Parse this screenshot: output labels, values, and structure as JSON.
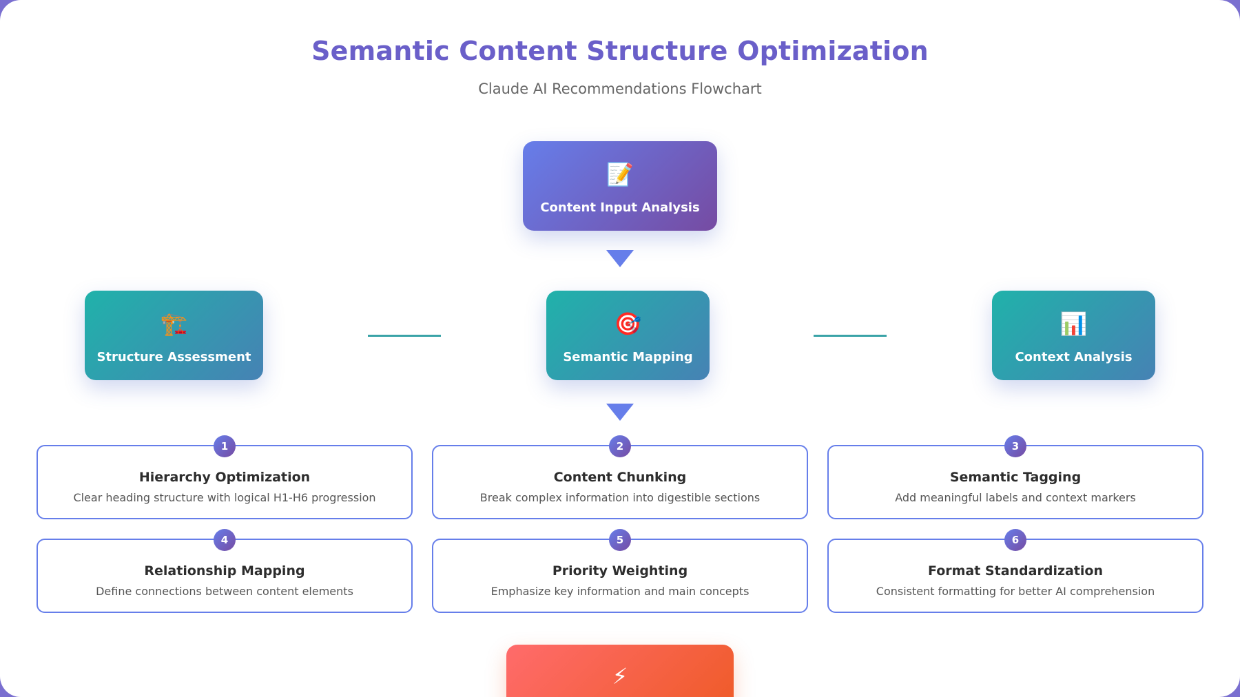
{
  "header": {
    "title": "Semantic Content Structure Optimization",
    "subtitle": "Claude AI Recommendations Flowchart"
  },
  "nodes": {
    "input": {
      "icon": "📝",
      "icon_name": "memo-icon",
      "label": "Content Input Analysis"
    },
    "structure": {
      "icon": "🏗️",
      "icon_name": "construction-crane-icon",
      "label": "Structure Assessment"
    },
    "semantic": {
      "icon": "🎯",
      "icon_name": "target-icon",
      "label": "Semantic Mapping"
    },
    "context": {
      "icon": "📊",
      "icon_name": "bar-chart-icon",
      "label": "Context Analysis"
    },
    "output": {
      "icon": "⚡",
      "icon_name": "lightning-icon"
    }
  },
  "recommendations": [
    {
      "number": "1",
      "title": "Hierarchy Optimization",
      "description": "Clear heading structure with logical H1-H6 progression"
    },
    {
      "number": "2",
      "title": "Content Chunking",
      "description": "Break complex information into digestible sections"
    },
    {
      "number": "3",
      "title": "Semantic Tagging",
      "description": "Add meaningful labels and context markers"
    },
    {
      "number": "4",
      "title": "Relationship Mapping",
      "description": "Define connections between content elements"
    },
    {
      "number": "5",
      "title": "Priority Weighting",
      "description": "Emphasize key information and main concepts"
    },
    {
      "number": "6",
      "title": "Format Standardization",
      "description": "Consistent formatting for better AI comprehension"
    }
  ],
  "colors": {
    "title": "#6a5fc9",
    "primary_gradient": [
      "#667eea",
      "#764ba2"
    ],
    "teal_gradient": [
      "#20b2aa",
      "#4682b4"
    ],
    "output_gradient": [
      "#ff6b6b",
      "#ee5a24"
    ]
  }
}
